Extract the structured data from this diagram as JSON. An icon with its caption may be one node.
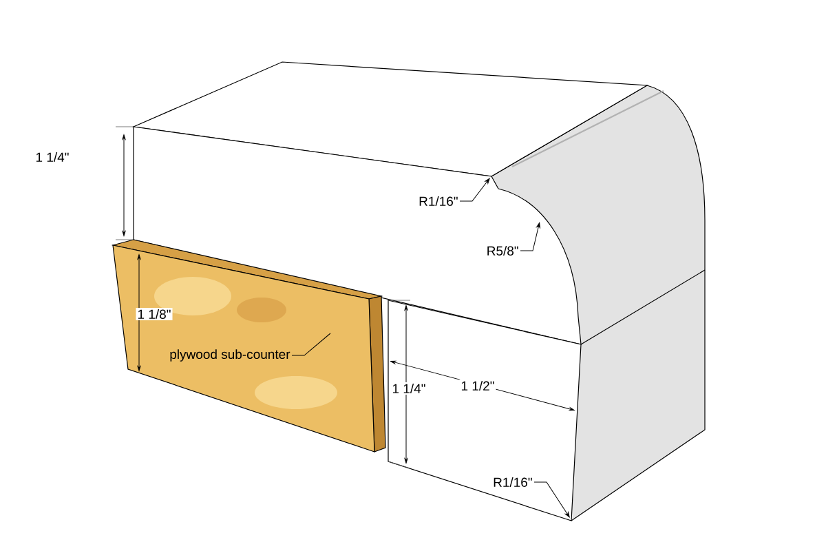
{
  "diagram": {
    "nodes": [
      {
        "text": [
          "R1/16\""
        ]
      },
      {
        "text": [
          "R5/8\""
        ]
      },
      {
        "text": [
          "plywood sub-counter"
        ]
      },
      {
        "text": [
          "R1/16\""
        ]
      }
    ],
    "edges": [
      {
        "from": 0,
        "to": null,
        "arrow": "to"
      },
      {
        "from": 1,
        "to": null,
        "arrow": "to"
      },
      {
        "from": 2,
        "to": null,
        "arrow": "none"
      },
      {
        "from": 3,
        "to": null,
        "arrow": "to"
      }
    ],
    "labels": [
      "1 1/4\"",
      "1 1/8\"",
      "1 1/4\"",
      "1 1/2\""
    ]
  }
}
